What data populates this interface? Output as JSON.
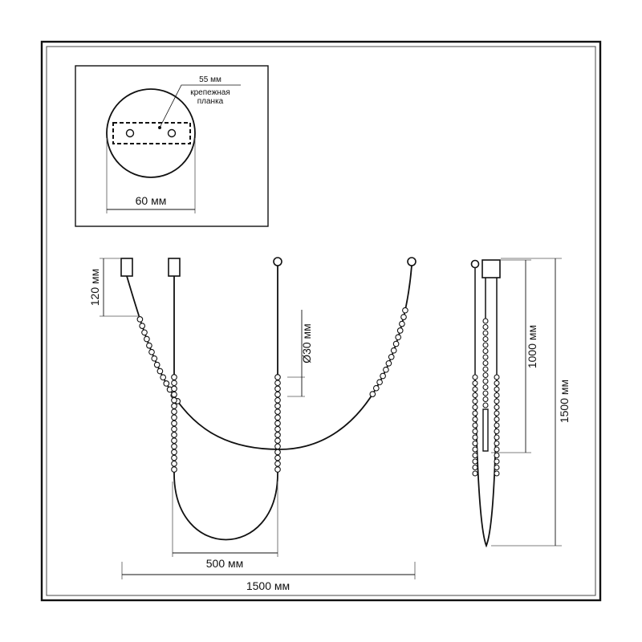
{
  "inset": {
    "label_55": "55 мм",
    "label_bracket_line1": "крепежная",
    "label_bracket_line2": "планка",
    "label_60": "60 мм"
  },
  "front": {
    "label_120": "120 мм",
    "label_d30": "Ø30 мм",
    "label_500": "500 мм",
    "label_1500": "1500 мм"
  },
  "side": {
    "label_1000": "1000 мм",
    "label_1500": "1500 мм"
  },
  "colors": {
    "line": "#111111",
    "frame": "#111111",
    "inner_frame": "#555555"
  }
}
